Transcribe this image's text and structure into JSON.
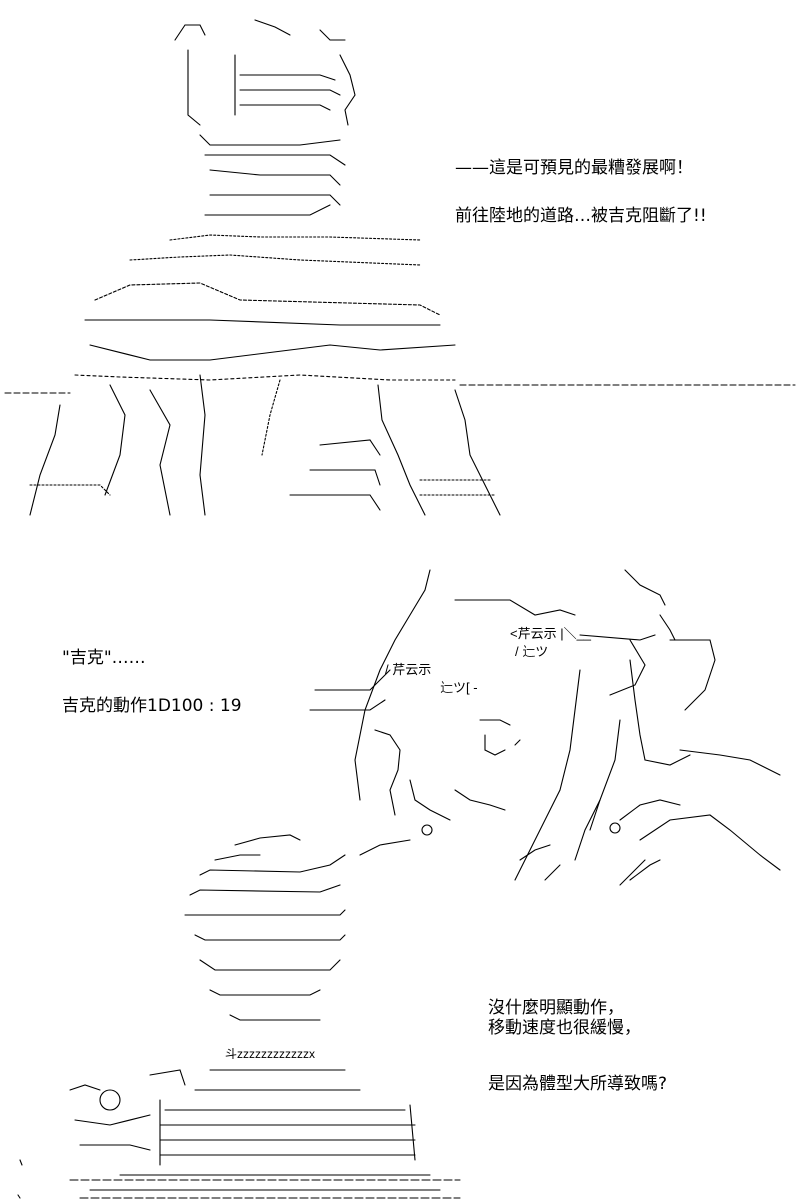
{
  "panel_1": {
    "dialogue_1": "——這是可預見的最糟發展啊！",
    "dialogue_2": "前往陸地的道路…被吉克阻斷了!!"
  },
  "panel_2": {
    "dialogue_1": "\"吉克\"……",
    "dialogue_2": "吉克的動作1D100 : 19",
    "dialogue_3_line_1": "沒什麼明顯動作，",
    "dialogue_3_line_2": "移動速度也很緩慢，",
    "dialogue_4": "是因為體型大所導致嗎?",
    "art_text_1": "<芹云示 |＼__",
    "art_text_2": "/ 辷ツ",
    "art_text_3": "/ 芹云示",
    "art_text_4": "辷ツ[ -",
    "art_text_5": "斗zzzzzzzzzzzzx"
  },
  "colors": {
    "ink": "#000000",
    "paper": "#ffffff"
  }
}
